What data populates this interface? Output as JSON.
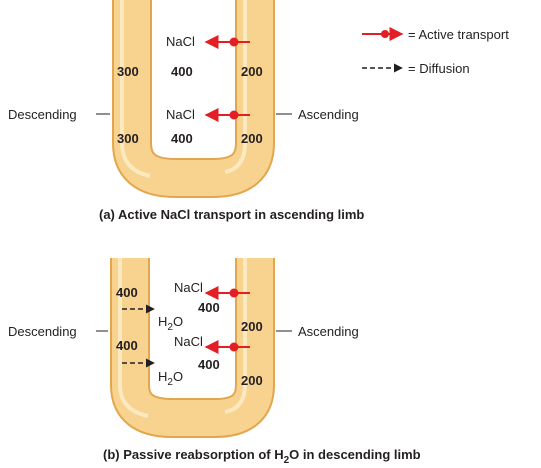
{
  "legend": {
    "active": "= Active transport",
    "diffusion": "= Diffusion"
  },
  "colors": {
    "tube_fill": "#f8d28f",
    "tube_outline": "#e3a64c",
    "tube_highlight": "#fdebc4",
    "active_arrow": "#e31e24",
    "diffusion_arrow": "#231f20"
  },
  "panel_a": {
    "label_descending": "Descending",
    "label_ascending": "Ascending",
    "nacl_top": "NaCl",
    "nacl_bottom": "NaCl",
    "desc_top": "300",
    "desc_bottom": "300",
    "inner_top": "400",
    "inner_bottom": "400",
    "asc_top": "200",
    "asc_bottom": "200",
    "caption": "(a) Active NaCl transport in ascending limb"
  },
  "panel_b": {
    "label_descending": "Descending",
    "label_ascending": "Ascending",
    "nacl_top": "NaCl",
    "nacl_bottom": "NaCl",
    "h2o_top": "H",
    "h2o_bottom": "H",
    "h2o_sub": "2",
    "h2o_o": "O",
    "desc_top": "400",
    "desc_bottom": "400",
    "inner_top": "400",
    "inner_bottom": "400",
    "asc_top": "200",
    "asc_bottom": "200",
    "caption_pre": "(b) Passive reabsorption of H",
    "caption_sub": "2",
    "caption_post": "O in descending limb"
  }
}
